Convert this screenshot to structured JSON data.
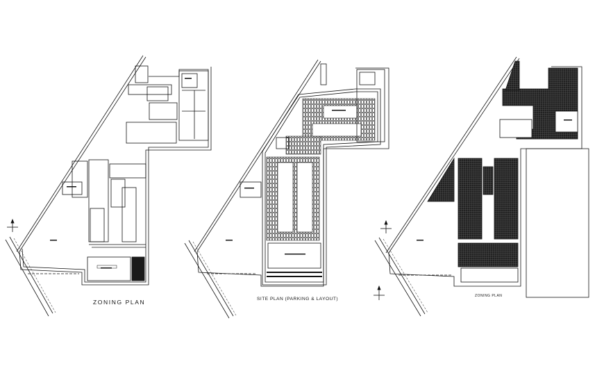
{
  "drawings": [
    {
      "caption": "ZONING PLAN",
      "style": "zoning"
    },
    {
      "caption": "SITE PLAN (PARKING & LAYOUT)",
      "style": "parking"
    },
    {
      "caption": "ZONING PLAN",
      "style": "hatched"
    }
  ],
  "colors": {
    "ink": "#111111",
    "background": "#ffffff",
    "fill": "#1a1a1a"
  }
}
